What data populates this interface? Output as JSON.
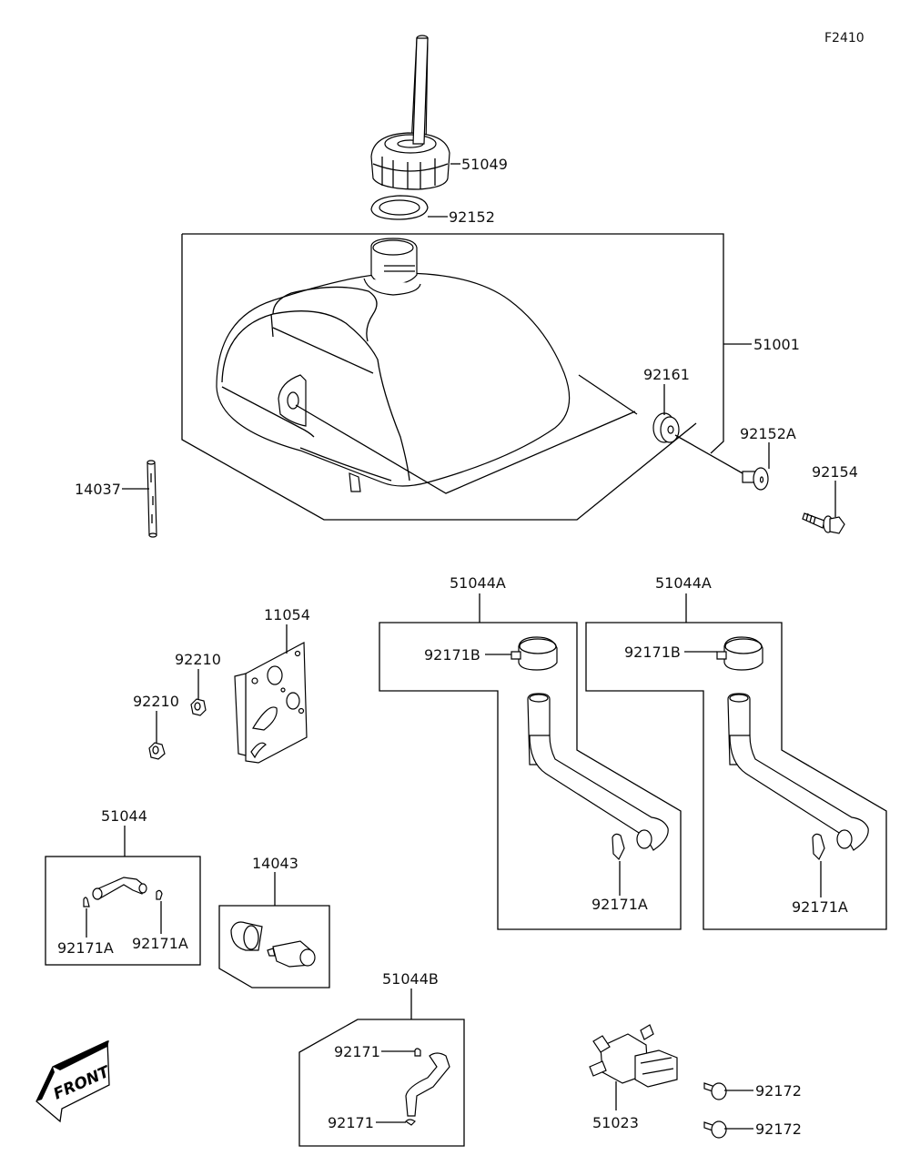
{
  "figure_code": "F2410",
  "front_arrow_text": "FRONT",
  "parts": {
    "filler_cap": "51049",
    "cap_gasket": "92152",
    "fuel_tank": "51001",
    "tank_damper": "92161",
    "tank_collar": "92152A",
    "tank_bolt": "92154",
    "breather_tube": "14037",
    "bracket": "11054",
    "nut_upper": "92210",
    "nut_lower": "92210",
    "hose_set_left": "51044",
    "hose_set_left_clamp_1": "92171A",
    "hose_set_left_clamp_2": "92171A",
    "fuel_filter": "14043",
    "hose_a1": "51044A",
    "hose_a1_clamp_top": "92171B",
    "hose_a1_clamp_bottom": "92171A",
    "hose_a2": "51044A",
    "hose_a2_clamp_top": "92171B",
    "hose_a2_clamp_bottom": "92171A",
    "hose_b": "51044B",
    "hose_b_clamp_top": "92171",
    "hose_b_clamp_bottom": "92171",
    "fuel_cock": "51023",
    "screw_1": "92172",
    "screw_2": "92172"
  }
}
